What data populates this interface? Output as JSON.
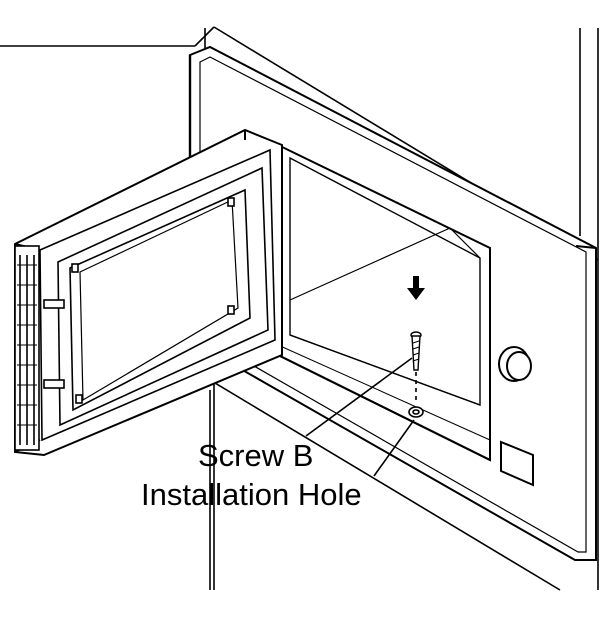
{
  "callouts": {
    "screw": "Screw B",
    "hole": "Installation Hole"
  },
  "icons": {
    "arrow": "down-arrow-icon",
    "knob": "control-knob",
    "screw": "screw-icon"
  },
  "colors": {
    "line": "#000000",
    "fill": "#ffffff",
    "shade": "#f2f2f2"
  }
}
